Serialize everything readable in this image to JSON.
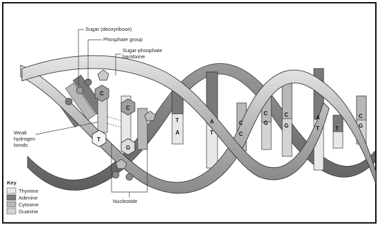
{
  "labels": {
    "sugar": "Sugar (deoxyribose)",
    "phosphate": "Phosphate group",
    "backbone_line1": "Sugar-phosphate",
    "backbone_line2": "backbone",
    "weak_line1": "Weak",
    "weak_line2": "hydrogen",
    "weak_line3": "bonds",
    "nucleotide": "Nucleotide"
  },
  "key": {
    "title": "Key",
    "items": [
      {
        "label": "Thymine",
        "color": "#e8e8e8"
      },
      {
        "label": "Adenine",
        "color": "#7a7a7a"
      },
      {
        "label": "Cytosine",
        "color": "#b8b8b8"
      },
      {
        "label": "Guanine",
        "color": "#d4d4d4"
      }
    ]
  },
  "bases": {
    "T": "T",
    "A": "A",
    "C": "C",
    "G": "G"
  },
  "colors": {
    "ribbon": "#bdbdbd",
    "ribbon_dark": "#6f6f6f",
    "thymine": "#e8e8e8",
    "adenine": "#7a7a7a",
    "cytosine": "#b8b8b8",
    "guanine": "#d4d4d4"
  }
}
